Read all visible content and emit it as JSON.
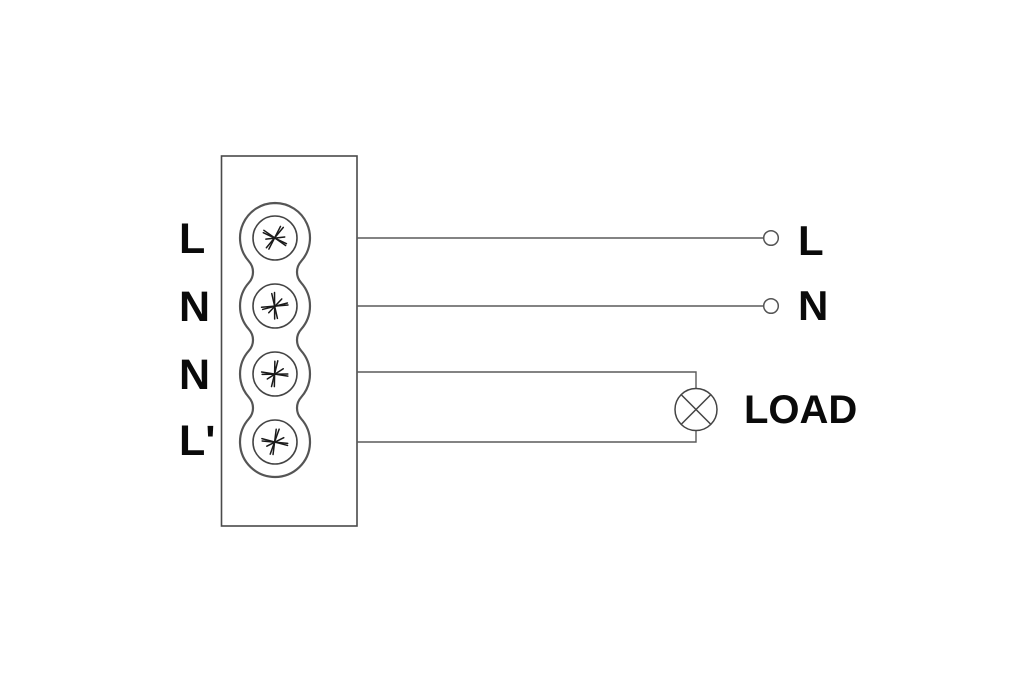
{
  "diagram": {
    "terminal_block": {
      "labels": [
        "L",
        "N",
        "N",
        "L'"
      ]
    },
    "wires": {
      "line_label": "L",
      "neutral_label": "N",
      "load_label": "LOAD"
    },
    "colors": {
      "wire_line": "#5a5a5a",
      "outline": "#4a4a4a",
      "slot_outline": "#555555",
      "text": "#0a0a0a",
      "background": "#ffffff"
    }
  }
}
